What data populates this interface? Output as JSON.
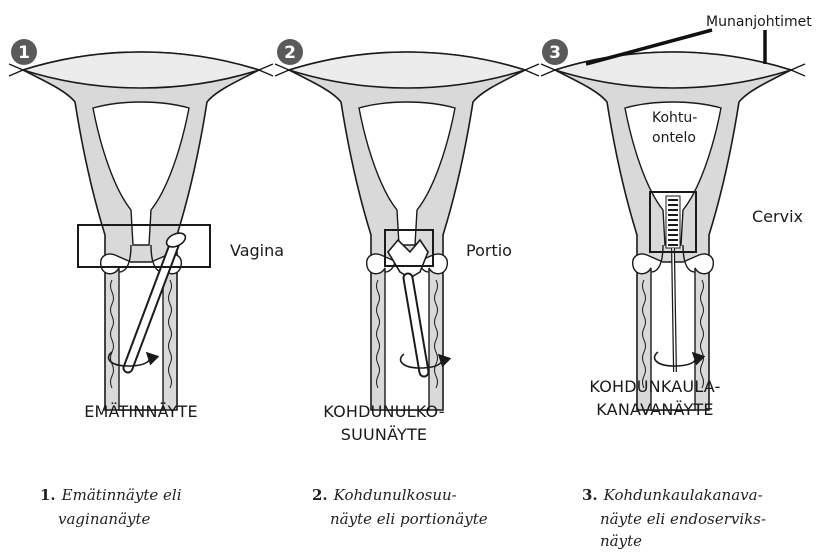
{
  "panels": [
    {
      "badge": "1",
      "region_label": "Vagina",
      "caption_lines": [
        "EMÄTINNÄYTE"
      ],
      "desc_num": "1.",
      "desc_lines": [
        "Emätinnäyte eli",
        "vaginanäyte"
      ]
    },
    {
      "badge": "2",
      "region_label": "Portio",
      "caption_lines": [
        "KOHDUNULKO-",
        "SUUNÄYTE"
      ],
      "desc_num": "2.",
      "desc_lines": [
        "Kohdunulkosuu-",
        "näyte eli portionäyte"
      ]
    },
    {
      "badge": "3",
      "region_label": "Cervix",
      "caption_lines": [
        "KOHDUNKAULA-",
        "KANAVANÄYTE"
      ],
      "desc_num": "3.",
      "desc_lines": [
        "Kohdunkaulakanava-",
        "näyte eli endoserviks-",
        "näyte"
      ],
      "extra_labels": {
        "tubes": "Munanjohtimet",
        "cavity_line1": "Kohtu-",
        "cavity_line2": "ontelo"
      }
    }
  ],
  "colors": {
    "ink": "#1a1a1a",
    "tissue": "#d9d9d9",
    "badge": "#5a5a5a"
  }
}
